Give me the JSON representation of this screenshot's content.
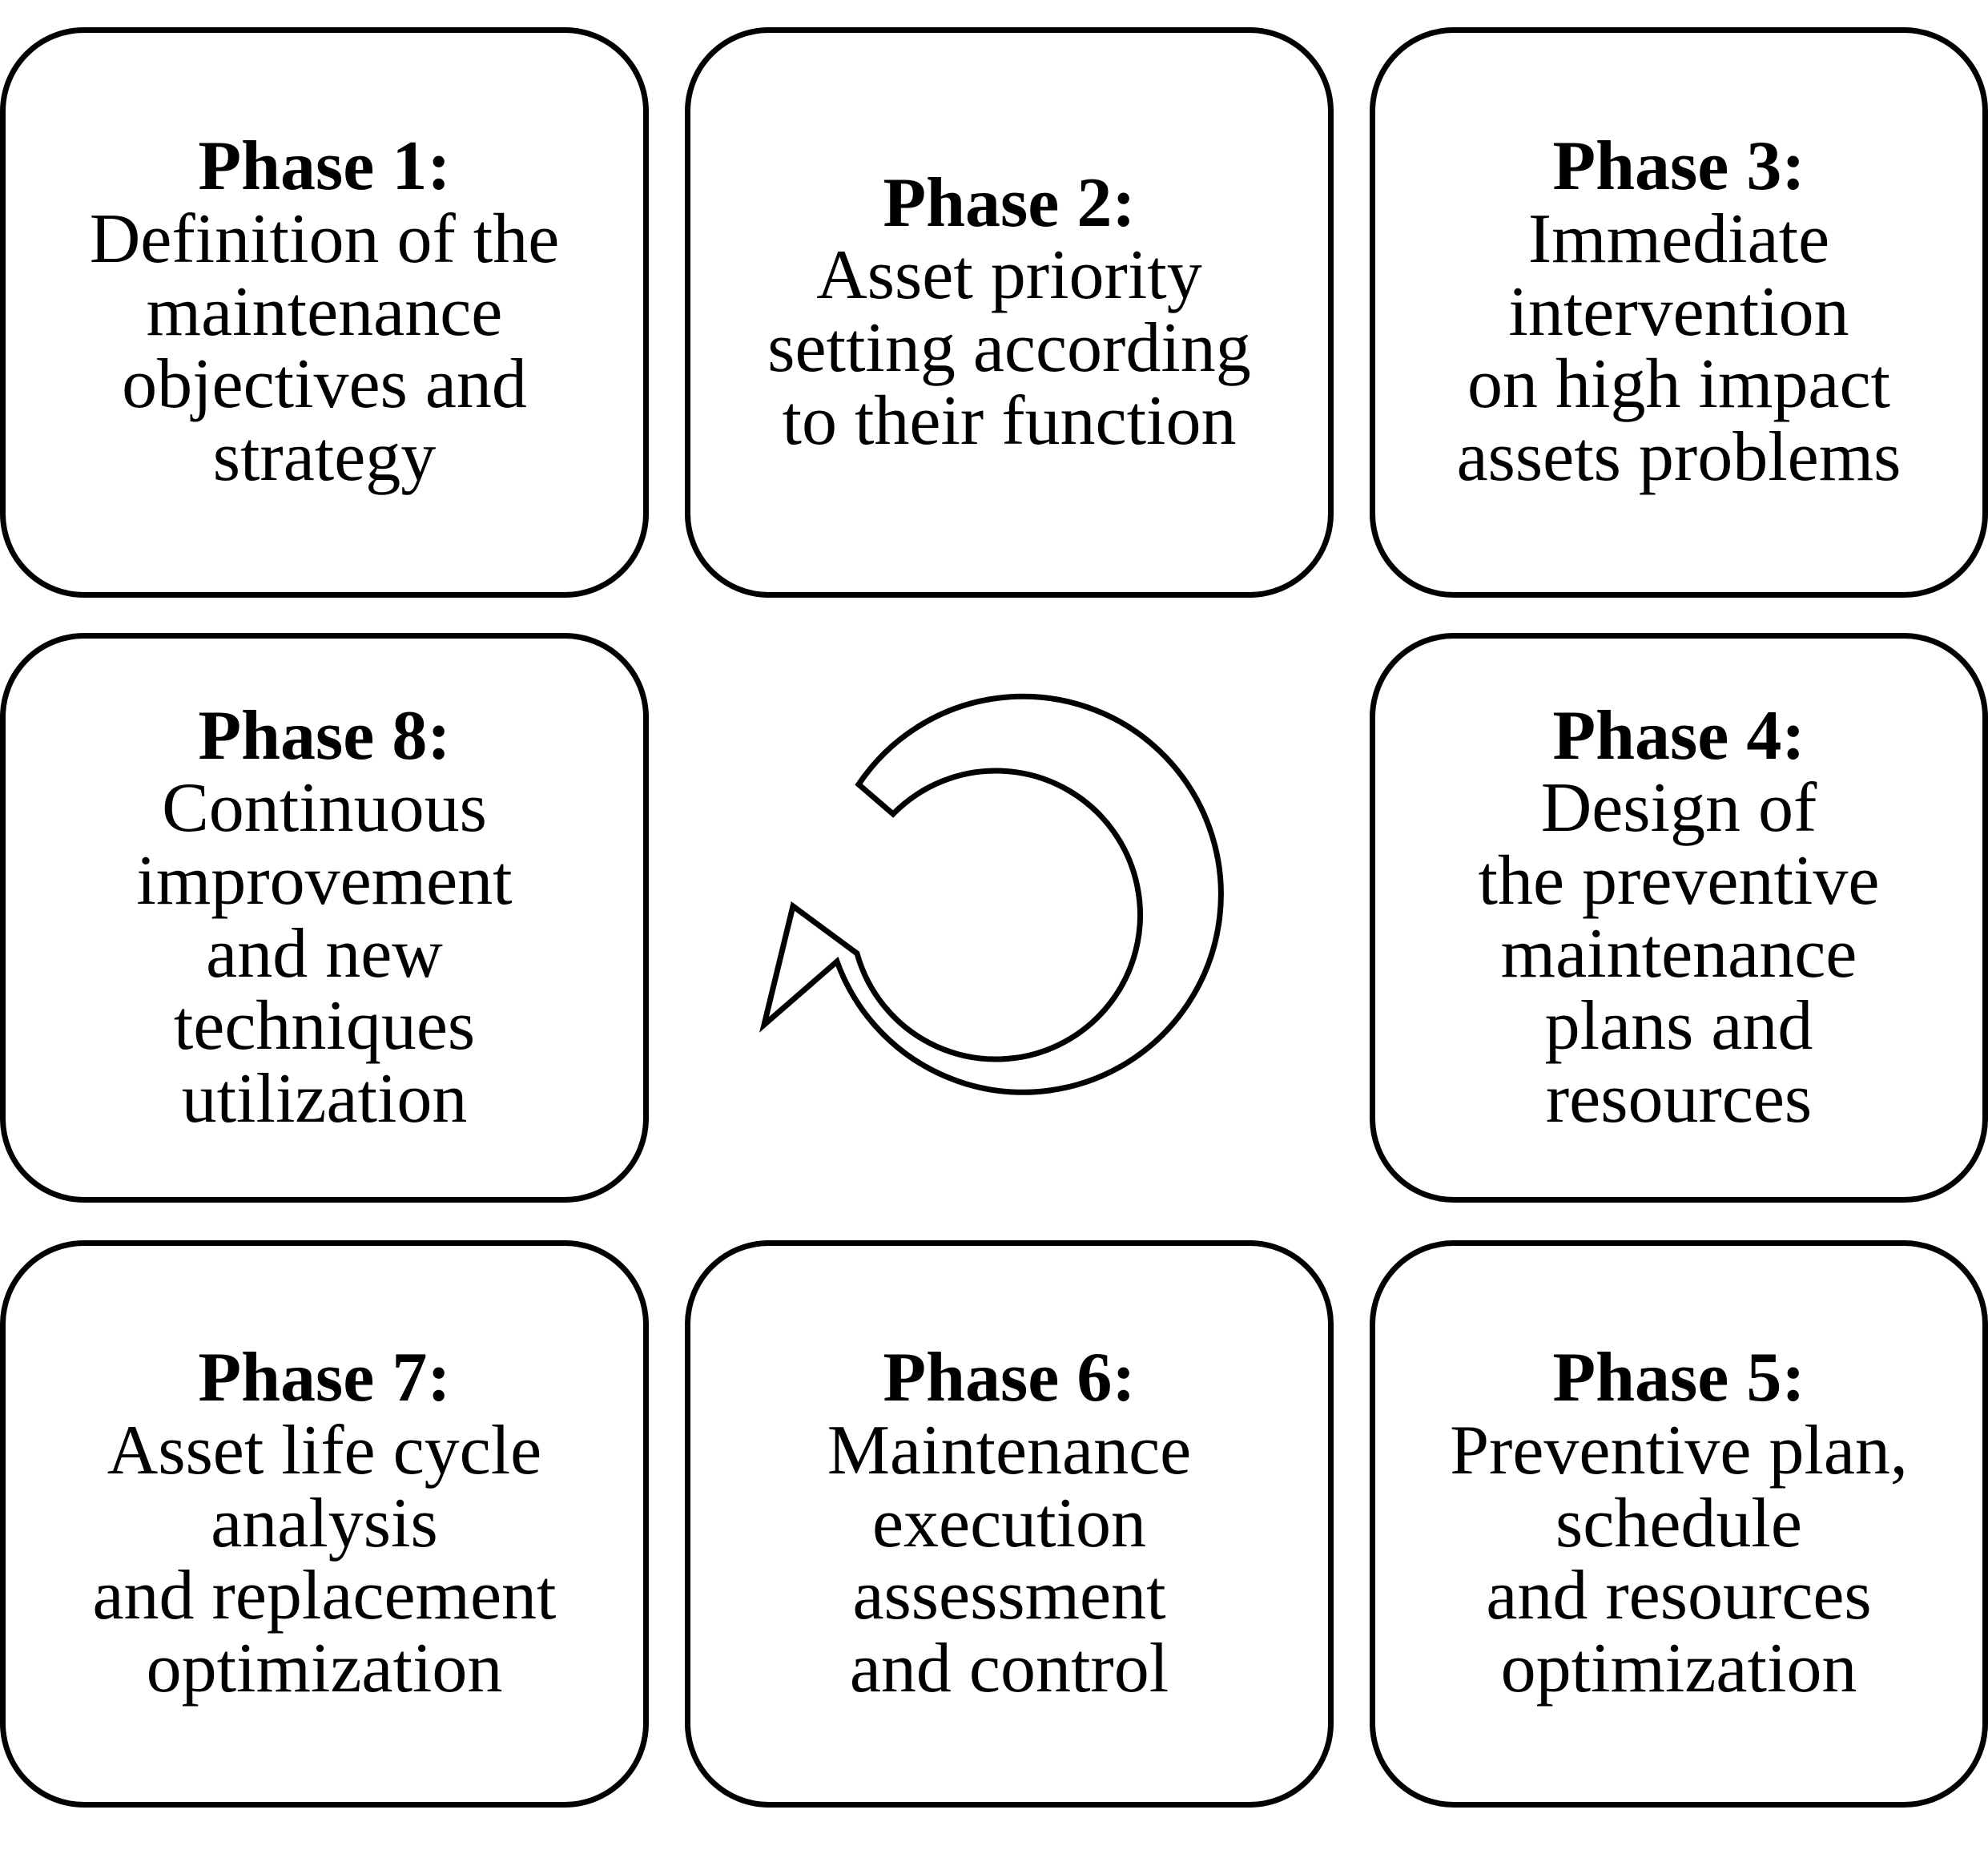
{
  "diagram": {
    "title": "Maintenance management eight-phase continuous cycle",
    "shape": "3x3 grid of rounded rectangles around a central cycle arrow",
    "stroke_color": "#000000",
    "fill_color": "#ffffff",
    "background_color": "#ffffff"
  },
  "center_icon": {
    "name": "cycle-arrow-icon",
    "description": "counter-clockwise circular arrow outline",
    "direction": "counter-clockwise",
    "style": "outline, unfilled"
  },
  "phases": [
    {
      "id": "phase-1",
      "title": "Phase 1:",
      "lines": [
        "Definition of the",
        "maintenance",
        "objectives and",
        "strategy"
      ],
      "text": "Definition of the maintenance objectives and strategy",
      "grid_position": "row-1 col-1"
    },
    {
      "id": "phase-2",
      "title": "Phase 2:",
      "lines": [
        "Asset priority",
        "setting according",
        "to their function"
      ],
      "text": "Asset priority setting according to their function",
      "grid_position": "row-1 col-2"
    },
    {
      "id": "phase-3",
      "title": "Phase 3:",
      "lines": [
        "Immediate",
        "intervention",
        "on high impact",
        "assets problems"
      ],
      "text": "Immediate intervention on high impact assets problems",
      "grid_position": "row-1 col-3"
    },
    {
      "id": "phase-8",
      "title": "Phase 8:",
      "lines": [
        "Continuous",
        "improvement",
        "and new",
        "techniques",
        "utilization"
      ],
      "text": "Continuous improvement and new techniques utilization",
      "grid_position": "row-2 col-1"
    },
    {
      "id": "phase-4",
      "title": "Phase 4:",
      "lines": [
        "Design of",
        "the preventive",
        "maintenance",
        "plans and",
        "resources"
      ],
      "text": "Design of the preventive maintenance plans and resources",
      "grid_position": "row-2 col-3"
    },
    {
      "id": "phase-7",
      "title": "Phase 7:",
      "lines": [
        "Asset life cycle",
        "analysis",
        "and replacement",
        "optimization"
      ],
      "text": "Asset life cycle analysis and replacement optimization",
      "grid_position": "row-3 col-1"
    },
    {
      "id": "phase-6",
      "title": "Phase 6:",
      "lines": [
        "Maintenance",
        "execution",
        "assessment",
        "and control"
      ],
      "text": "Maintenance execution assessment and control",
      "grid_position": "row-3 col-2"
    },
    {
      "id": "phase-5",
      "title": "Phase 5:",
      "lines": [
        "Preventive plan,",
        "schedule",
        "and resources",
        "optimization"
      ],
      "text": "Preventive plan, schedule and resources optimization",
      "grid_position": "row-3 col-3"
    }
  ]
}
